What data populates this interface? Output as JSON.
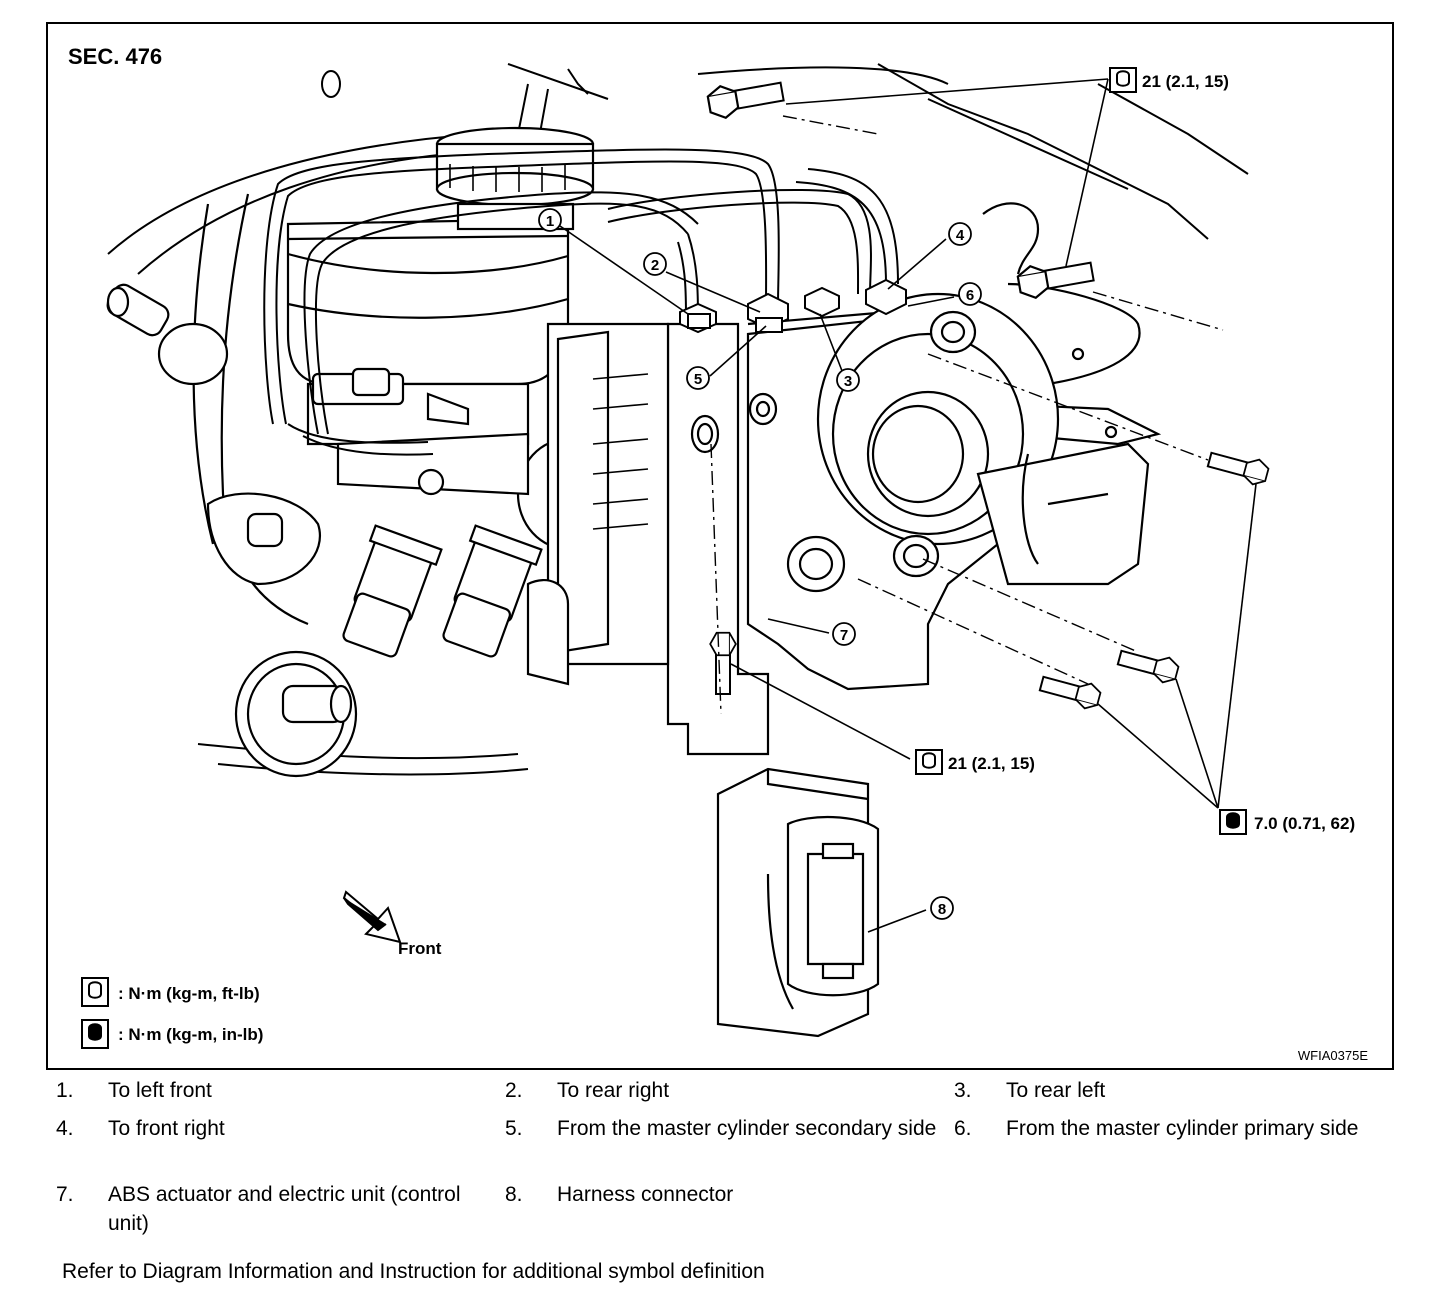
{
  "figure": {
    "section": "SEC. 476",
    "figure_code": "WFIA0375E",
    "front_label": "Front",
    "callouts": [
      "1",
      "2",
      "3",
      "4",
      "5",
      "6",
      "7",
      "8"
    ],
    "torque_specs": {
      "upper_bolts": "21 (2.1, 15)",
      "lower_bolt": "21 (2.1, 15)",
      "bracket_bolts": "7.0 (0.71, 62)"
    },
    "symbol_key": [
      {
        "icon": "torque-ftlb-icon",
        "text": ": N·m (kg-m, ft-lb)"
      },
      {
        "icon": "torque-inlb-icon",
        "text": ": N·m (kg-m, in-lb)"
      }
    ]
  },
  "legend": [
    {
      "num": "1.",
      "text": "To left front"
    },
    {
      "num": "2.",
      "text": "To rear right"
    },
    {
      "num": "3.",
      "text": "To rear left"
    },
    {
      "num": "4.",
      "text": "To front right"
    },
    {
      "num": "5.",
      "text": "From the master cylinder secondary side"
    },
    {
      "num": "6.",
      "text": "From the master cylinder primary side"
    },
    {
      "num": "7.",
      "text": "ABS actuator and electric unit (control unit)"
    },
    {
      "num": "8.",
      "text": "Harness connector"
    }
  ],
  "footnote": "Refer to Diagram Information and Instruction for additional symbol definition"
}
